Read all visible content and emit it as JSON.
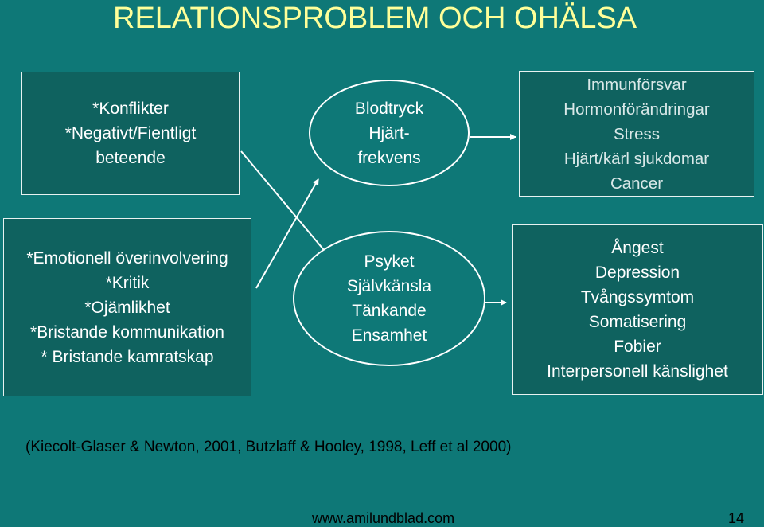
{
  "title": "RELATIONSPROBLEM OCH OHÄLSA",
  "boxes": {
    "behavior": [
      "*Konflikter",
      "*Negativt/Fientligt",
      "beteende"
    ],
    "physiology": [
      "Blodtryck",
      "Hjärt-",
      "frekvens"
    ],
    "health": [
      "Immunförsvar",
      "Hormonförändringar",
      "Stress",
      "Hjärt/kärl sjukdomar",
      "Cancer"
    ],
    "family": [
      "*Emotionell överinvolvering",
      "*Kritik",
      "*Ojämlikhet",
      "*Bristande kommunikation",
      "* Bristande kamratskap"
    ],
    "psyche": [
      " Psyket ",
      "Självkänsla",
      "Tänkande",
      "Ensamhet"
    ],
    "symptoms": [
      "Ångest",
      "Depression",
      "Tvångssymtom",
      "Somatisering",
      "Fobier",
      "Interpersonell känslighet"
    ]
  },
  "reference": "(Kiecolt-Glaser & Newton, 2001, Butzlaff & Hooley, 1998, Leff et al 2000)",
  "footer": {
    "url": "www.amilundblad.com",
    "page": "14"
  },
  "colors": {
    "background": "#0e7877",
    "box": "#0f625f",
    "title": "#ffff99",
    "arrow": "#ffffff"
  }
}
